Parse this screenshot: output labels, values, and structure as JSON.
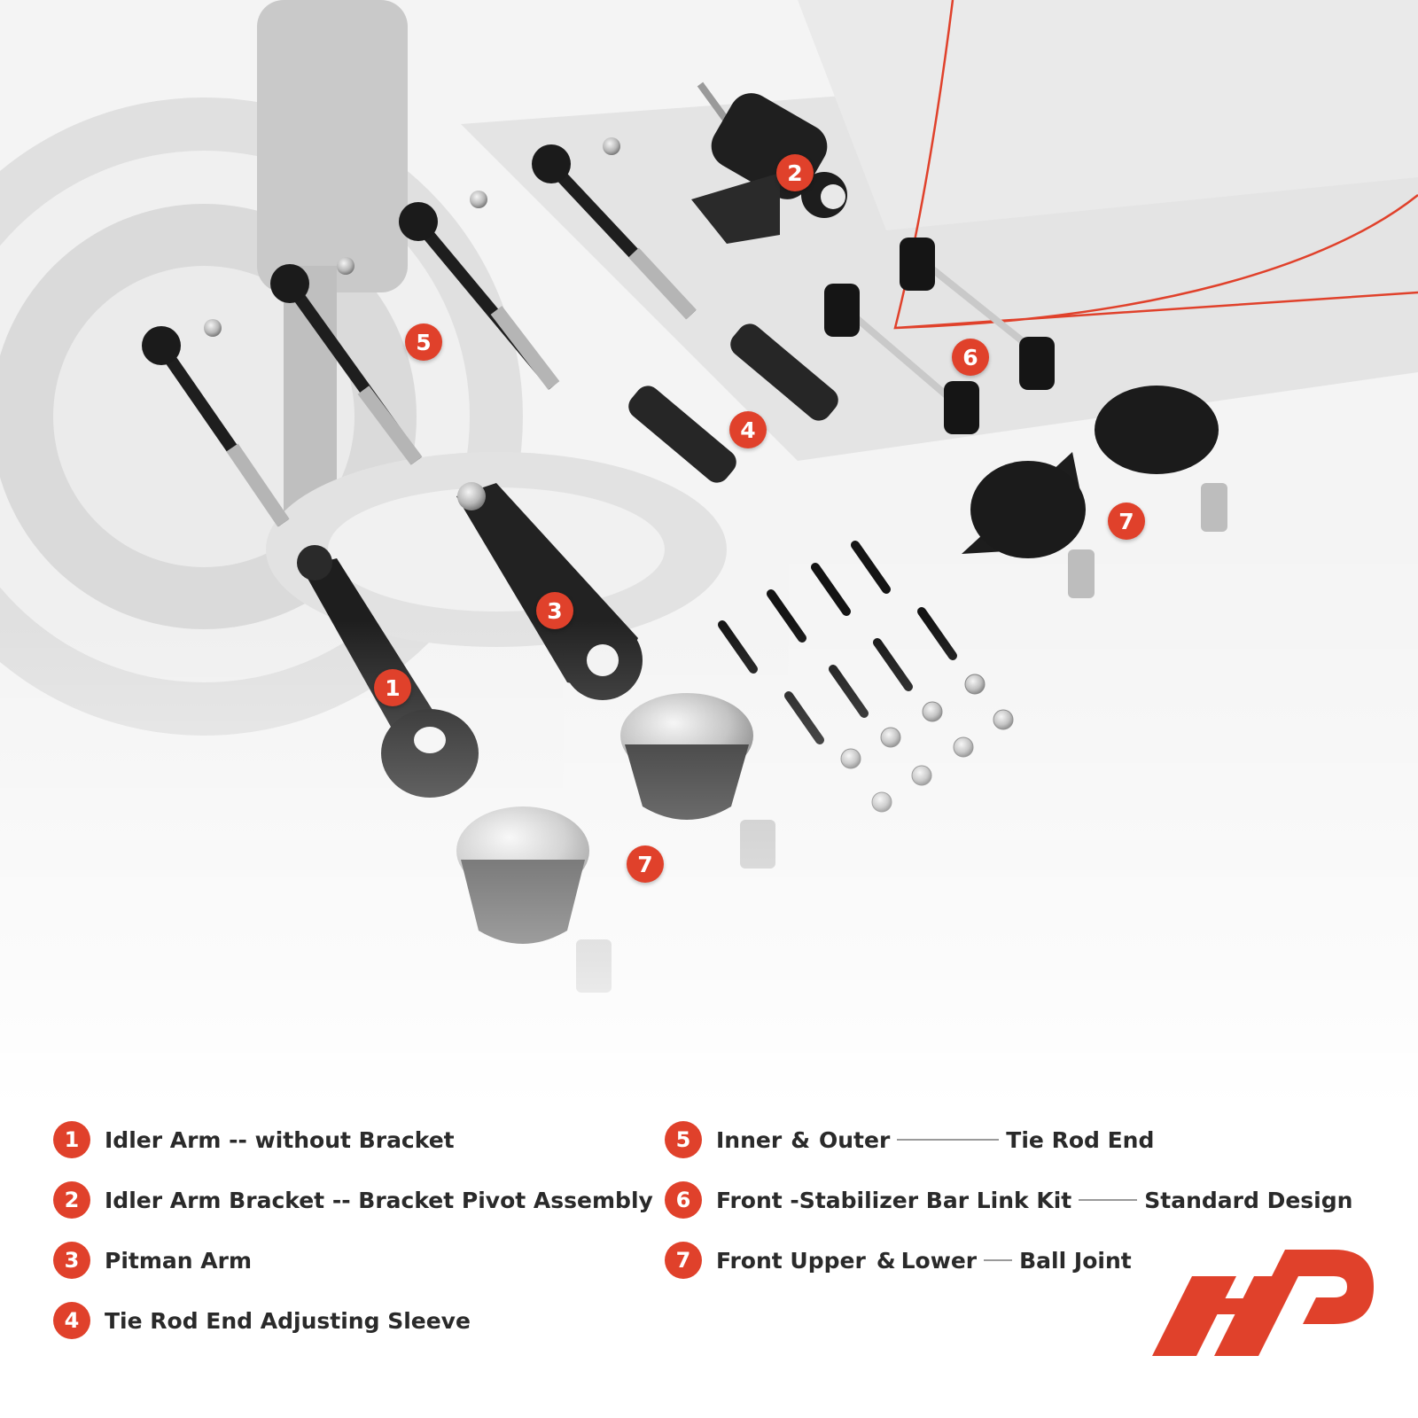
{
  "badges": [
    "1",
    "2",
    "3",
    "4",
    "5",
    "6",
    "7"
  ],
  "legend": [
    {
      "num": "1",
      "text": "Idler Arm -- without Bracket"
    },
    {
      "num": "2",
      "text": "Idler Arm Bracket -- Bracket Pivot Assembly"
    },
    {
      "num": "3",
      "text": "Pitman Arm"
    },
    {
      "num": "4",
      "text": "Tie Rod End Adjusting Sleeve"
    },
    {
      "num": "5",
      "text_a": "Inner",
      "amp": "&",
      "text_b": "Outer",
      "text_c": "Tie Rod End"
    },
    {
      "num": "6",
      "text_a": "Front -Stabilizer Bar Link Kit",
      "text_c": "Standard Design"
    },
    {
      "num": "7",
      "text_a": "Front Upper",
      "amp": "&",
      "text_b": "Lower",
      "text_c": "Ball Joint"
    }
  ],
  "colors": {
    "accent": "#e0412b",
    "text": "#2a2a2a",
    "background": "#ffffff"
  },
  "logo": "ap-brand-logo"
}
